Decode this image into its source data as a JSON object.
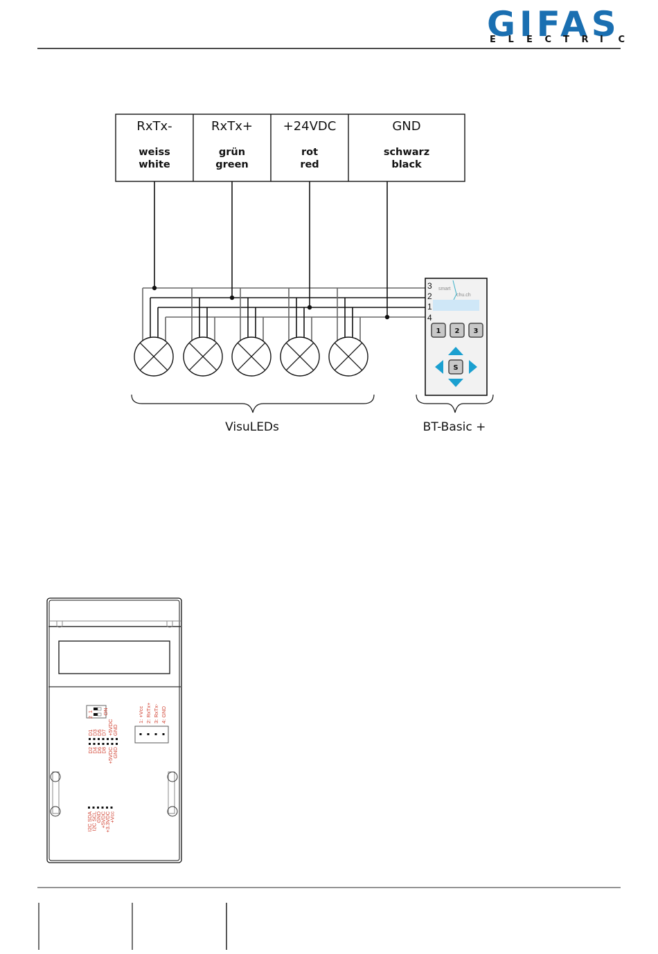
{
  "logo": {
    "name": "GIFAS",
    "tagline_letters": [
      "E",
      "L",
      "E",
      "C",
      "T",
      "R",
      "I",
      "C"
    ],
    "brand_color": "#1a6fb1"
  },
  "terminal_block": {
    "columns": [
      {
        "signal": "RxTx-",
        "de": "weiss",
        "en": "white"
      },
      {
        "signal": "RxTx+",
        "de": "grün",
        "en": "green"
      },
      {
        "signal": "+24VDC",
        "de": "rot",
        "en": "red"
      },
      {
        "signal": "GND",
        "de": "schwarz",
        "en": "black"
      }
    ]
  },
  "controller": {
    "pin_labels": [
      "3",
      "2",
      "1",
      "4"
    ],
    "brand_text": "smart",
    "brand_text2": "chu.ch",
    "buttons": [
      "1",
      "2",
      "3"
    ],
    "center_button": "S",
    "display_color": "#cfe7f7",
    "arrow_color": "#1ba0d0"
  },
  "groups": {
    "leds_label": "VisuLEDs",
    "leds_count": 5,
    "controller_label": "BT-Basic +"
  },
  "board": {
    "dip_switch": {
      "positions": [
        "1",
        "2"
      ],
      "label": "ON"
    },
    "connector_labels": [
      "1: +Vcc",
      "2: RxTx+",
      "3: RxTx-",
      "4: GND"
    ],
    "upper_header_top": [
      "D1",
      "D3",
      "D5",
      "D7",
      "+5VDC",
      "GND"
    ],
    "upper_header_bottom": [
      "D2",
      "D4",
      "D6",
      "D8",
      "+5VDC",
      "GND"
    ],
    "lower_header": [
      "I2C SDA",
      "I2C SCL",
      "GND",
      "+5VDC",
      "+3.3VDC",
      "+Vcc"
    ]
  }
}
